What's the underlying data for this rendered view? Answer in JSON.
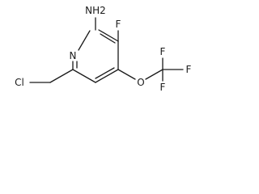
{
  "molecule": {
    "atom_labels": {
      "amine": "NH2",
      "ring_nitrogen": "N",
      "fluorine_ring": "F",
      "oxygen": "O",
      "chlorine": "Cl",
      "cf3_f_top": "F",
      "cf3_f_right": "F",
      "cf3_f_bottom": "F"
    }
  }
}
